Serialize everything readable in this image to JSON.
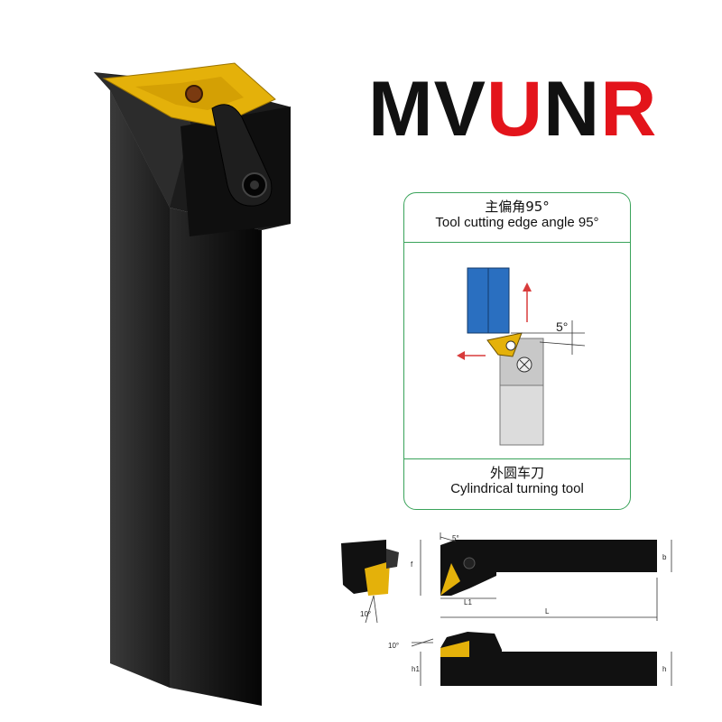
{
  "title": {
    "prefix": "MV",
    "highlight": "U",
    "middle": "N",
    "highlight2": "R"
  },
  "panel": {
    "header_cn": "主偏角95°",
    "header_en": "Tool cutting edge angle 95°",
    "angle_label": "5°",
    "footer_cn": "外圆车刀",
    "footer_en": "Cylindrical turning tool"
  },
  "top_view": {
    "angle_top": "5°",
    "dim_f": "f",
    "dim_L1": "L1",
    "dim_L": "L",
    "dim_b": "b",
    "angle_end": "10°"
  },
  "side_view": {
    "angle": "10°",
    "dim_h1": "h1",
    "dim_h": "h"
  },
  "colors": {
    "accent_red": "#e3141b",
    "panel_green": "#3aa35a",
    "insert_gold": "#e4b10a",
    "body_black": "#111111",
    "workpiece_blue": "#2a6fc0"
  }
}
